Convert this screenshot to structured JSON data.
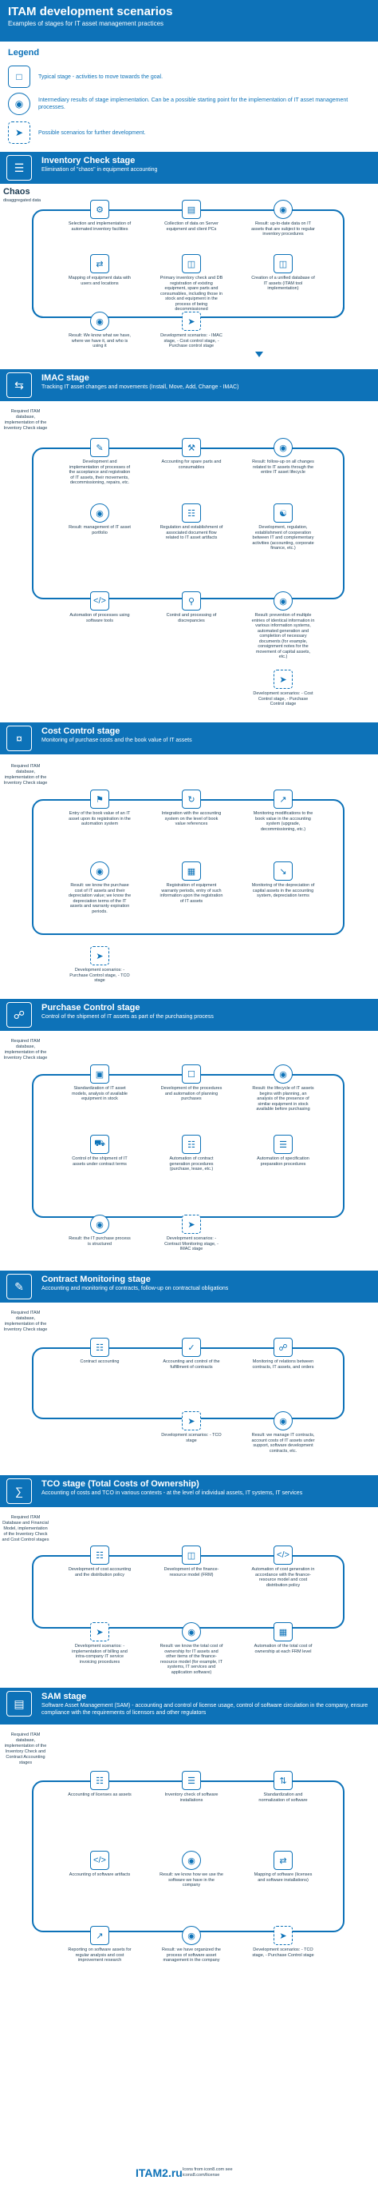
{
  "title": "ITAM development scenarios",
  "subtitle": "Examples of stages for IT asset management practices",
  "legend": {
    "title": "Legend",
    "typical": "Typical stage - activities to move towards the goal.",
    "intermediate": "Intermediary results of stage implementation. Can be a possible starting point for the implementation of IT asset management processes.",
    "scenarios": "Possible scenarios for further development."
  },
  "sections": [
    {
      "title": "Inventory Check stage",
      "subtitle": "Elimination of \"chaos\" in equipment accounting",
      "chaos": "Chaos",
      "chaos_sub": "disaggregated data",
      "stages": [
        "Selection and implementation of automated inventory facilities",
        "Collection of data on Server equipment and client PCs",
        "Result: up-to-date data on IT assets that are subject to regular inventory procedures",
        "Mapping of equipment data with users and locations",
        "Primary inventory check and DB registration of existing equipment, spare parts and consumables, including those in stock and equipment in the process of being decommissioned",
        "Creation of a unified database of IT assets (ITAM tool implementation)",
        "Result: We know what we have, where we have it, and who is using it",
        "Development scenarios: - IMAC stage, - Cost control stage, - Purchase control stage"
      ]
    },
    {
      "title": "IMAC stage",
      "subtitle": "Tracking IT asset changes and movements (Install, Move, Add, Change - IMAC)",
      "req": "Required ITAM database, implementation of the Inventory Check stage",
      "stages": [
        "Development and implementation of processes of the acceptance and registration of IT assets, their movements, decommissioning, repairs, etc.",
        "Accounting for spare parts and consumables",
        "Result: follow-up on all changes related to IT assets through the entire IT asset lifecycle",
        "Result: management of IT asset portfolio",
        "Regulation and establishment of associated document flow related to IT asset artifacts",
        "Development, regulation, establishment of cooperation between IT and complementary activities (accounting, corporate finance, etc.)",
        "Automation of processes using software tools",
        "Control and processing of discrepancies",
        "Result: prevention of multiple entries of identical information in various information systems, automated generation and completion of necessary documents (for example, consignment notes for the movement of capital assets, etc.)",
        "Development scenarios: - Cost Control stage, - Purchase Control stage"
      ]
    },
    {
      "title": "Cost Control stage",
      "subtitle": "Monitoring of purchase costs and the book value of IT assets",
      "req": "Required ITAM database, implementation of the Inventory Check stage",
      "stages": [
        "Entry of the book value of an IT asset upon its registration in the automation system",
        "Integration with the accounting system on the level of book value references",
        "Monitoring modifications to the book value in the accounting system (upgrade, decommissioning, etc.)",
        "Result: we know the purchase cost of IT assets and their depreciation value; we know the depreciation terms of the IT assets and warranty expiration periods.",
        "Registration of equipment warranty periods, entry of such information upon the registration of IT assets",
        "Monitoring of the depreciation of capital assets in the accounting system, depreciation terms",
        "Development scenarios: - Purchase Control stage, - TCO stage"
      ]
    },
    {
      "title": "Purchase Control stage",
      "subtitle": "Control of the shipment of IT assets as part of the purchasing process",
      "req": "Required ITAM database, implementation of the Inventory Check stage",
      "stages": [
        "Standardization of IT asset models, analysis of available equipment in stock",
        "Development of the procedures and automation of planning purchases",
        "Result: the lifecycle of IT assets begins with planning, an analysis of the presence of similar equipment in stock available before purchasing",
        "Control of the shipment of IT assets under contract terms",
        "Automation of contract generation procedures (purchase, lease, etc.)",
        "Automation of specification preparation procedures",
        "Result: the IT purchase process is structured",
        "Development scenarios: - Contract Monitoring stage, - IMAC stage"
      ]
    },
    {
      "title": "Contract Monitoring stage",
      "subtitle": "Accounting and monitoring of contracts, follow-up on contractual obligations",
      "req": "Required ITAM database, implementation of the Inventory Check stage",
      "stages": [
        "Contract accounting",
        "Accounting and control of the fulfillment of contracts",
        "Monitoring of relations between contracts, IT assets, and orders",
        "Development scenarios: - TCO stage",
        "Result: we manage IT contracts, account costs of IT assets under support, software development contracts, etc."
      ]
    },
    {
      "title": "TCO stage (Total Costs of Ownership)",
      "subtitle": "Accounting of costs and TCO in various contexts - at the level of individual assets, IT systems, IT services",
      "req": "Required ITAM Database and Financial Model, implementation of the Inventory Check and Cost Control stages",
      "stages": [
        "Development of cost accounting and the distribution policy",
        "Development of the finance-resource model (FRM)",
        "Automation of cost generation in accordance with the finance-resource model and cost distribution policy",
        "Development scenarios: - implementation of billing and intra-company IT service invoicing procedures",
        "Result: we know the total cost of ownership for IT assets and other items of the finance-resource model (for example, IT systems, IT services and application software)",
        "Automation of the total cost of ownership at each FRM level"
      ]
    },
    {
      "title": "SAM stage",
      "subtitle": "Software Asset Management (SAM) - accounting and control of license usage, control of software circulation in the company, ensure compliance with the requirements of licensors and other regulators",
      "req": "Required ITAM database, implementation of the Inventory Check and Contract Accounting stages",
      "stages": [
        "Accounting of licenses as assets",
        "Inventory check of software installations",
        "Standardization and normalization of software",
        "Accounting of software artifacts",
        "Result: we know how we use the software we have in the company",
        "Mapping of software (licenses and software installations)",
        "Reporting on software assets for regular analysis and cost improvement research",
        "Result: we have organized the process of software asset management in the company",
        "Development scenarios: - TCO stage, - Purchase Control stage"
      ]
    }
  ],
  "footer": {
    "logo": "ITAM2.ru",
    "credit": "Icons from icon8.com see icons8.com/license"
  }
}
